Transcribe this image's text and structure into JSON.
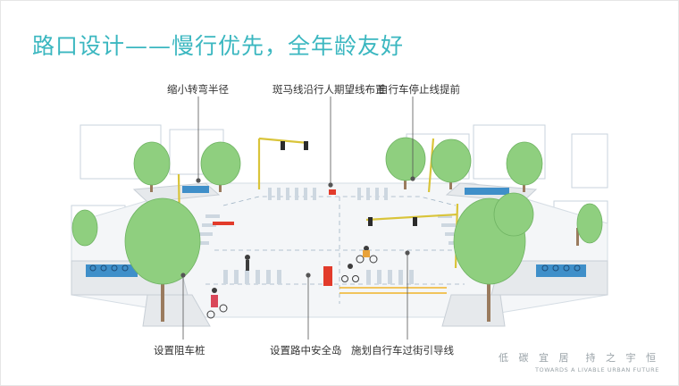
{
  "title": "路口设计——慢行优先，全年龄友好",
  "callouts": {
    "corner_radius": "缩小转弯半径",
    "crosswalk": "斑马线沿行人期望线布置",
    "bike_stopline": "自行车停止线提前",
    "bollard": "设置阻车桩",
    "refuge_island": "设置路中安全岛",
    "bike_guide": "施划自行车过街引导线"
  },
  "footer": {
    "slogan_cn": "低 碳 宜 居　持 之 宇 恒",
    "slogan_en": "TOWARDS A LIVABLE URBAN FUTURE"
  },
  "colors": {
    "title": "#3bb7c0",
    "tree": "#8fcf7f",
    "bike_lane": "#e23b2b",
    "bike_parking": "#3f8fc9",
    "traffic_pole": "#d9c43a"
  }
}
